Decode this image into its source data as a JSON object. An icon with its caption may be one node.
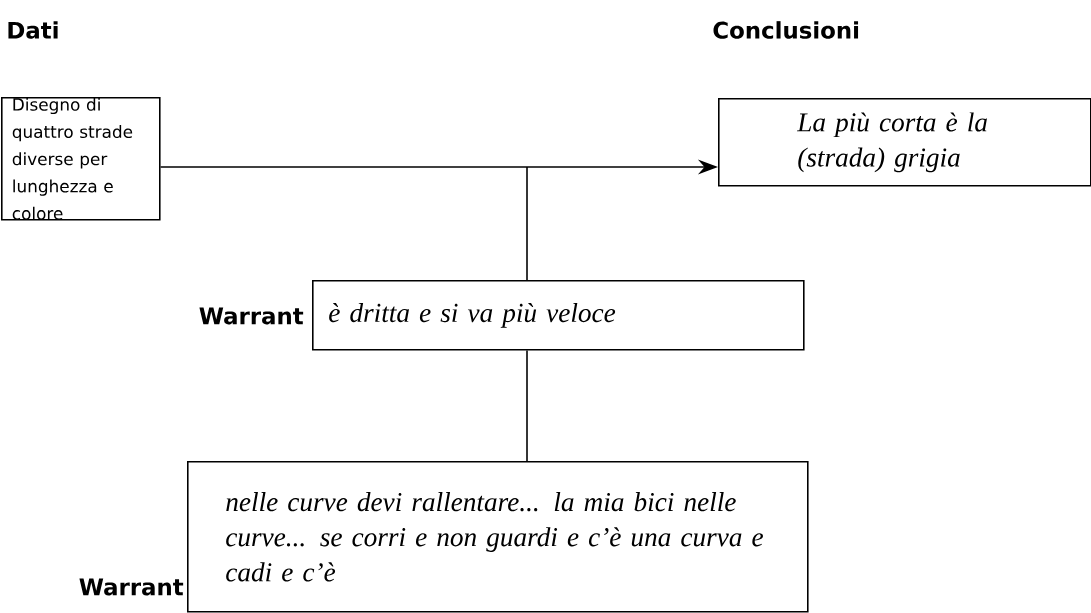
{
  "diagram": {
    "nodes": [
      {
        "text": [
          "Dati",
          "Disegno di quattro strade diverse per lunghezza e colore"
        ]
      },
      {
        "text": [
          "Conclusioni",
          "La più corta è la (strada) grigia"
        ]
      },
      {
        "text": [
          "Warrant",
          "è dritta e si va più veloce"
        ]
      },
      {
        "text": [
          "Warrant",
          "nelle curve devi rallentare... la mia bici nelle curve... se corri e non guardi e c’è una curva e cadi e c’è"
        ]
      }
    ],
    "edges": [
      {
        "from": 0,
        "to": 1,
        "arrow": "to"
      },
      {
        "from": 2,
        "to": null,
        "arrow": "none"
      },
      {
        "from": 3,
        "to": 2,
        "arrow": "none"
      }
    ]
  }
}
